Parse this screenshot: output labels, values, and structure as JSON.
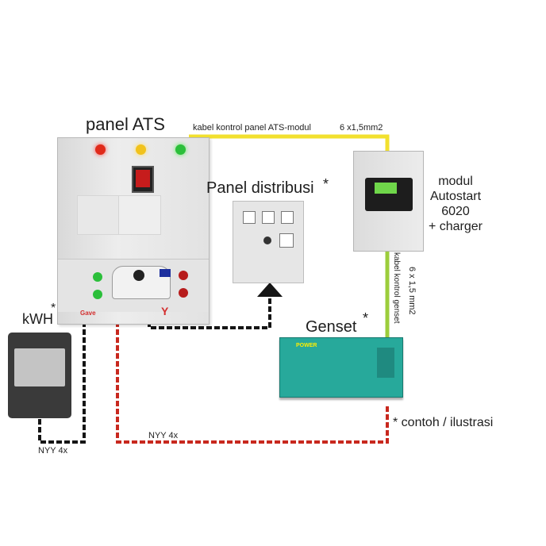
{
  "labels": {
    "panel_ats": "panel ATS",
    "panel_distribusi": "Panel distribusi",
    "modul_line1": "modul",
    "modul_line2": "Autostart",
    "modul_line3": "6020",
    "modul_line4": "+ charger",
    "kwh": "kWH",
    "genset": "Genset",
    "asterisk": "*",
    "footnote": "* contoh / ilustrasi"
  },
  "cables": {
    "ats_to_modul": "kabel kontrol panel ATS-modul",
    "ats_to_modul_size": "6 x1,5mm2",
    "modul_to_genset": "kabel kontrol genset",
    "modul_to_genset_size": "6 x 1,5 mm2",
    "kwh_to_ats": "NYY 4x",
    "genset_to_ats": "NYY 4x"
  },
  "device_text": {
    "ats_logo": "Gave",
    "genset_brand": "POWER"
  },
  "colors": {
    "control_cable": "#f2e02e",
    "genset_control_cable": "#9ccd3c",
    "power_cable_red": "#c8281e",
    "power_cable_black": "#151515",
    "lamp_red": "#e02a1a",
    "lamp_yellow": "#f1c21b",
    "lamp_green": "#2bbf3a",
    "genset_body": "#27a99b"
  }
}
